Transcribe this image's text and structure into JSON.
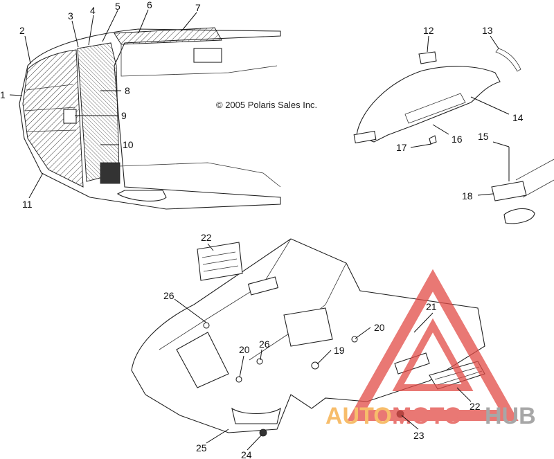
{
  "copyright": "© 2005 Polaris Sales Inc.",
  "watermark": {
    "part1": "AUTO",
    "part2": "MOTO",
    "part3": "HUB",
    "color_red": "#e24b46",
    "color_orange": "#f5a73a",
    "color_gray": "#8a8a8a"
  },
  "callouts": [
    "1",
    "2",
    "3",
    "4",
    "5",
    "6",
    "7",
    "8",
    "9",
    "10",
    "11",
    "12",
    "13",
    "14",
    "15",
    "16",
    "17",
    "18",
    "19",
    "20",
    "20",
    "21",
    "22",
    "22",
    "23",
    "24",
    "25",
    "26",
    "26"
  ]
}
